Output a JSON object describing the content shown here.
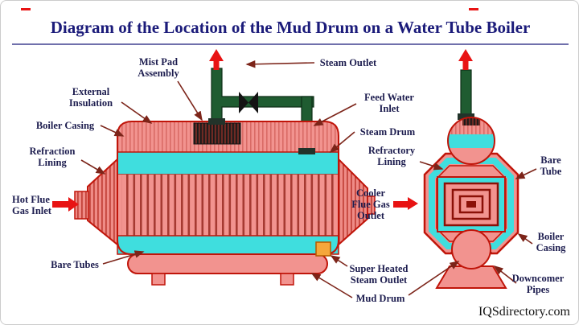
{
  "title": "Diagram of the Location of the Mud Drum on a Water Tube Boiler",
  "watermark": "IQSdirectory.com",
  "labels": {
    "mist_pad": {
      "l1": "Mist Pad",
      "l2": "Assembly"
    },
    "steam_outlet": {
      "l1": "Steam Outlet"
    },
    "external_insulation": {
      "l1": "External",
      "l2": "Insulation"
    },
    "feed_water_inlet": {
      "l1": "Feed Water",
      "l2": "Inlet"
    },
    "boiler_casing_left": {
      "l1": "Boiler Casing"
    },
    "steam_drum": {
      "l1": "Steam Drum"
    },
    "refraction_lining": {
      "l1": "Refraction",
      "l2": "Lining"
    },
    "refractory_lining": {
      "l1": "Refractory",
      "l2": "Lining"
    },
    "hot_flue_gas_inlet": {
      "l1": "Hot Flue",
      "l2": "Gas Inlet"
    },
    "cooler_flue_gas_outlet": {
      "l1": "Cooler",
      "l2": "Flue Gas",
      "l3": "Outlet"
    },
    "bare_tube": {
      "l1": "Bare",
      "l2": "Tube"
    },
    "bare_tubes": {
      "l1": "Bare Tubes"
    },
    "boiler_casing_right": {
      "l1": "Boiler",
      "l2": "Casing"
    },
    "super_heated_steam_outlet": {
      "l1": "Super Heated",
      "l2": "Steam Outlet"
    },
    "mud_drum": {
      "l1": "Mud Drum"
    },
    "downcomer_pipes": {
      "l1": "Downcomer",
      "l2": "Pipes"
    }
  },
  "colors": {
    "title_navy": "#1b1b7a",
    "label_ink": "#1d1d4f",
    "shell_pink": "#f2938f",
    "outline_red": "#c0150a",
    "water_cyan": "#3fdede",
    "pipe_green": "#1f5c31",
    "flow_arrow_red": "#e81313",
    "leader_maroon": "#7c2419",
    "nozzle_orange": "#f5a73b"
  }
}
